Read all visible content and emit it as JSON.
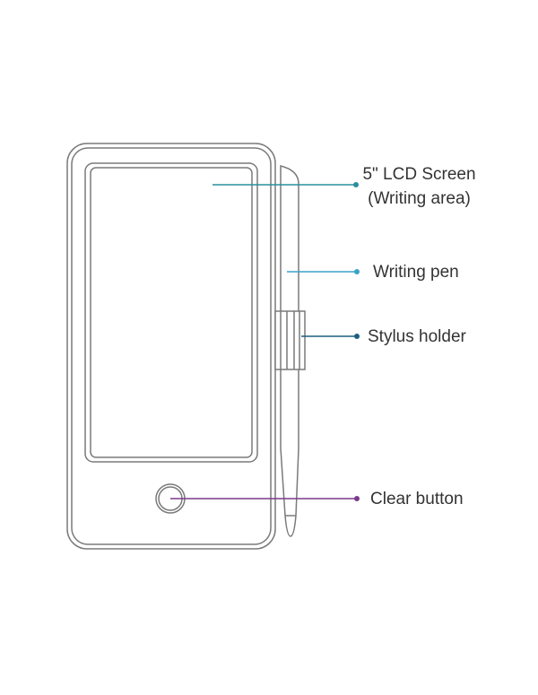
{
  "labels": {
    "screen_line1": "5\" LCD Screen",
    "screen_line2": "(Writing area)",
    "pen": "Writing pen",
    "holder": "Stylus holder",
    "clear": "Clear button"
  },
  "colors": {
    "outline": "#7a7a7a",
    "screen_callout": "#2a8f9f",
    "pen_callout": "#3aa3c9",
    "holder_callout": "#1d5f7d",
    "clear_callout": "#7c3a8a"
  }
}
